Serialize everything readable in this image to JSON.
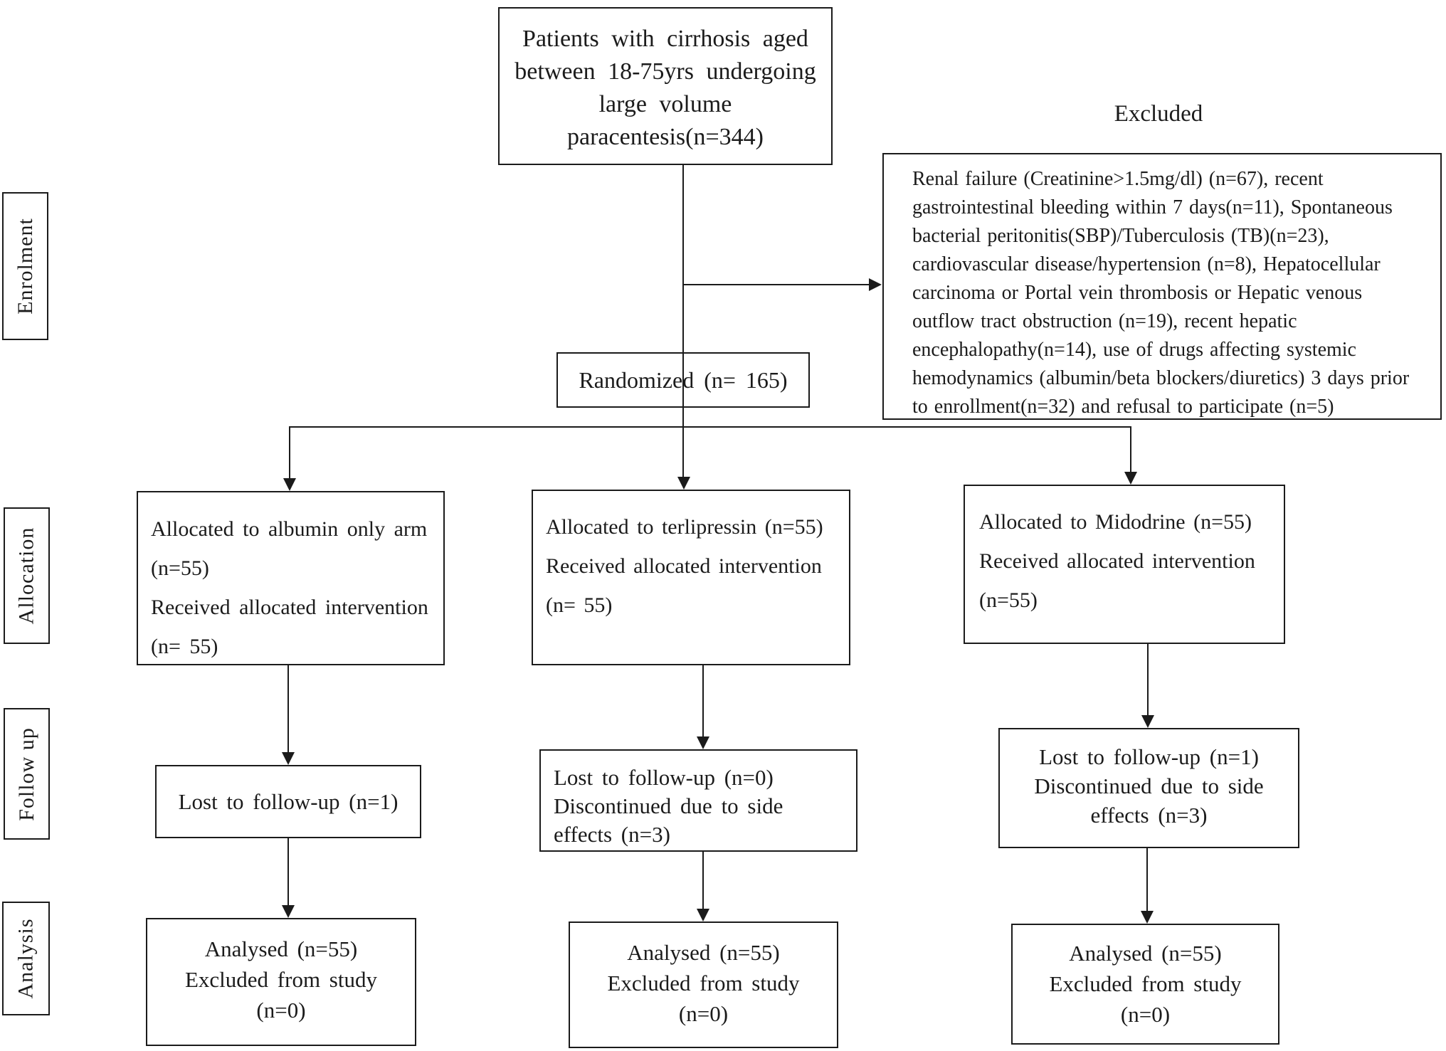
{
  "stages": {
    "enrolment": "Enrolment",
    "allocation": "Allocation",
    "follow_up": "Follow up",
    "analysis": "Analysis"
  },
  "enrolment": {
    "screened": "Patients with cirrhosis aged\nbetween 18-75yrs undergoing\nlarge volume paracentesis(n=344)",
    "excluded_label": "Excluded",
    "excluded_detail": "Renal failure (Creatinine>1.5mg/dl) (n=67), recent\ngastrointestinal bleeding within 7 days(n=11), Spontaneous\nbacterial peritonitis(SBP)/Tuberculosis (TB)(n=23),\ncardiovascular disease/hypertension (n=8), Hepatocellular\ncarcinoma or Portal vein thrombosis or Hepatic venous\noutflow tract obstruction (n=19), recent hepatic\nencephalopathy(n=14), use of drugs affecting systemic\nhemodynamics (albumin/beta blockers/diuretics) 3 days prior\nto enrollment(n=32) and refusal to participate (n=5)",
    "randomized": "Randomized (n= 165)"
  },
  "arms": {
    "albumin": {
      "allocation": "Allocated to albumin only arm\n(n=55)\nReceived allocated intervention\n(n= 55)",
      "follow_up": "Lost to follow-up (n=1)",
      "analysis": "Analysed (n=55)\nExcluded from study\n(n=0)"
    },
    "terlipressin": {
      "allocation": "Allocated to terlipressin (n=55)\nReceived allocated intervention\n(n= 55)",
      "follow_up": "Lost to follow-up (n=0)\nDiscontinued due to side\neffects (n=3)",
      "analysis": "Analysed (n=55)\nExcluded from study\n(n=0)"
    },
    "midodrine": {
      "allocation": "Allocated to Midodrine (n=55)\nReceived allocated intervention\n(n=55)",
      "follow_up": "Lost to follow-up (n=1)\nDiscontinued due to side\neffects (n=3)",
      "analysis": "Analysed (n=55)\nExcluded from study\n(n=0)"
    }
  },
  "colors": {
    "line": "#1b1b1b",
    "background": "#ffffff"
  }
}
